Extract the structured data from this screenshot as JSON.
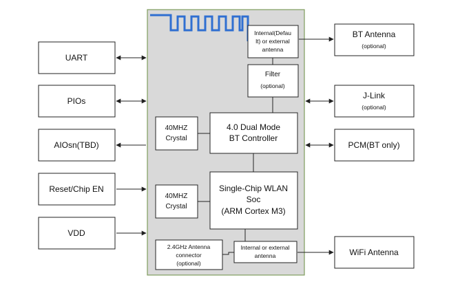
{
  "left_blocks": {
    "uart": "UART",
    "pios": "PIOs",
    "aiosn": "AIOsn(TBD)",
    "reset": "Reset/Chip EN",
    "vdd": "VDD"
  },
  "right_blocks": {
    "bt_antenna": {
      "title": "BT Antenna",
      "note": "(optional)"
    },
    "jlink": {
      "title": "J-Link",
      "note": "(optional)"
    },
    "pcm": "PCM(BT only)",
    "wifi_antenna": "WiFi Antenna"
  },
  "module": {
    "antenna_select": [
      "Internal(Defau",
      "lt) or external",
      "antenna"
    ],
    "filter": {
      "title": "Filter",
      "note": "(optional)"
    },
    "crystal_1": [
      "40MHZ",
      "Crystal"
    ],
    "bt_controller": [
      "4.0 Dual Mode",
      "BT Controller"
    ],
    "crystal_2": [
      "40MHZ",
      "Crystal"
    ],
    "wlan_soc": [
      "Single-Chip WLAN",
      "Soc",
      "(ARM Cortex M3)"
    ],
    "antenna_connector": [
      "2.4GHz Antenna",
      "connector",
      "(optional)"
    ],
    "wifi_antenna_select": [
      "Internal or external",
      "antenna"
    ]
  },
  "colors": {
    "module_fill": "#d9d9d9",
    "module_border": "#7f9c5c",
    "pcb_antenna": "#2f6fd1",
    "line": "#222222"
  }
}
